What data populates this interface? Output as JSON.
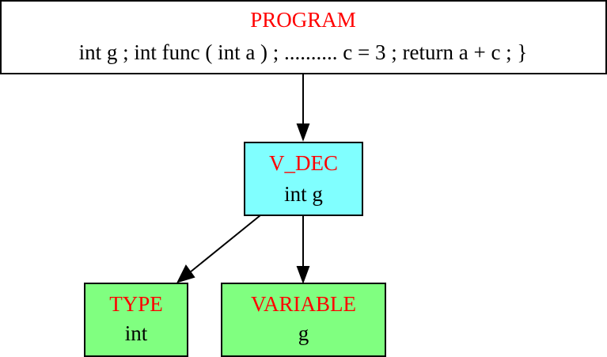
{
  "nodes": {
    "program": {
      "title": "PROGRAM",
      "text": "int g ; int func ( int a ) ; .......... c = 3 ; return a + c ; }",
      "fill": "#ffffff"
    },
    "v_dec": {
      "title": "V_DEC",
      "text": "int g",
      "fill": "#80ffff"
    },
    "type": {
      "title": "TYPE",
      "text": "int",
      "fill": "#80ff80"
    },
    "variable": {
      "title": "VARIABLE",
      "text": "g",
      "fill": "#80ff80"
    }
  },
  "edges": [
    {
      "from": "program",
      "to": "v_dec"
    },
    {
      "from": "v_dec",
      "to": "type"
    },
    {
      "from": "v_dec",
      "to": "variable"
    }
  ],
  "colors": {
    "title": "#ff0000",
    "text": "#000000",
    "border": "#000000"
  }
}
